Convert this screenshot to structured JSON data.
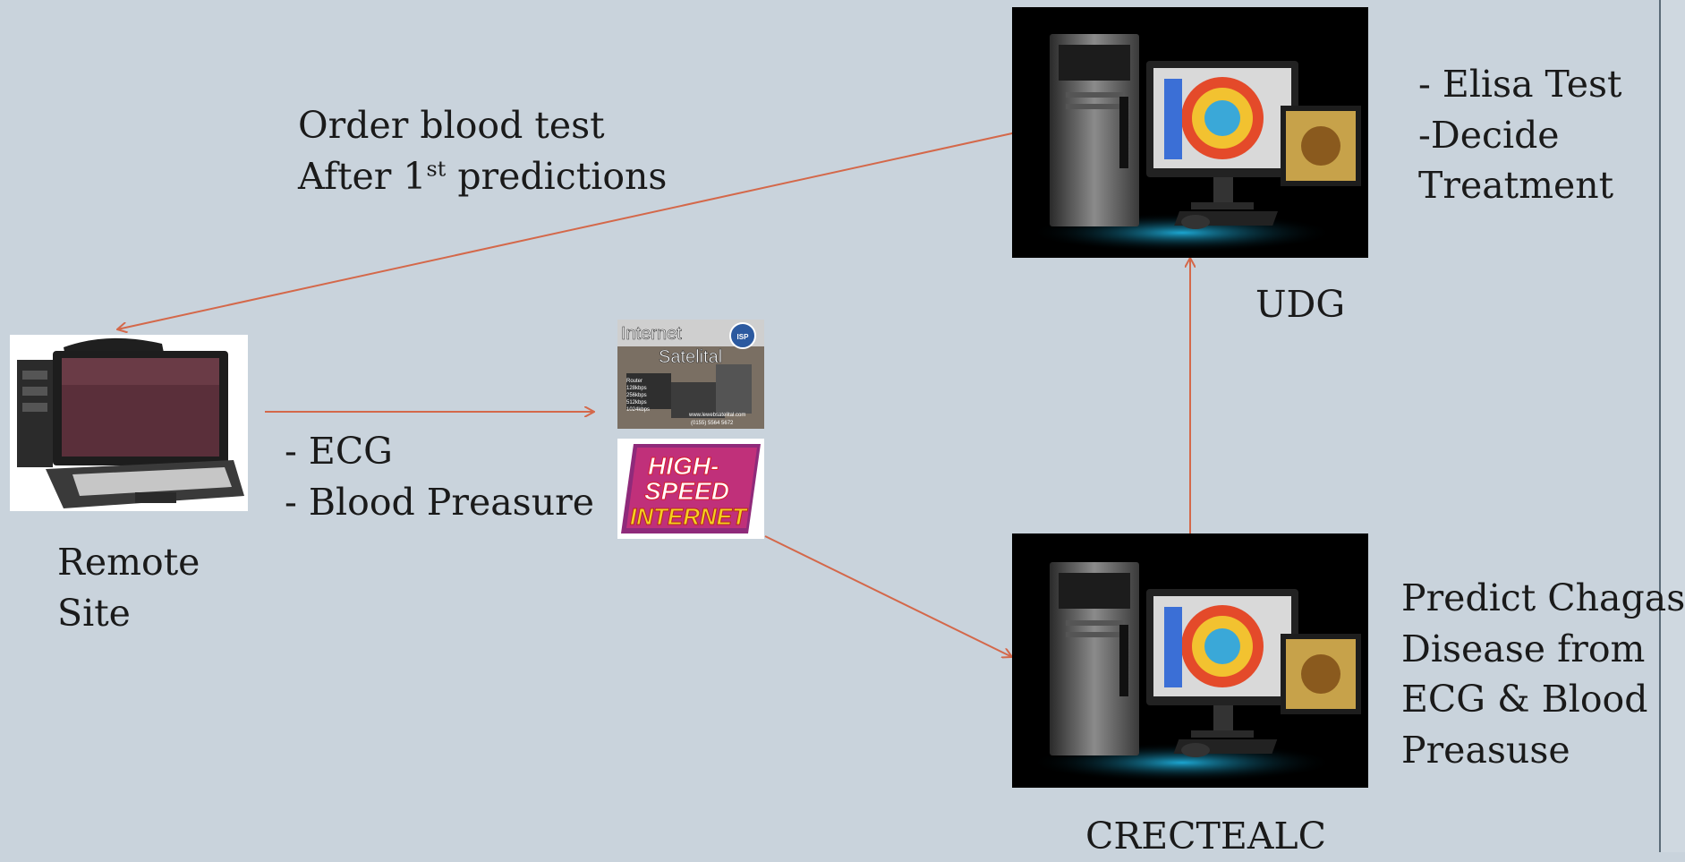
{
  "labels": {
    "order_line1": "Order blood test",
    "order_line2_pre": "After 1",
    "order_sup": "st",
    "order_line2_post": " predictions",
    "udg_tasks": [
      "- Elisa Test",
      "-Decide",
      "Treatment"
    ],
    "udg": "UDG",
    "remote_line1": "Remote",
    "remote_line2": "Site",
    "ecg": "- ECG",
    "bp": "- Blood Preasure",
    "predict": [
      "Predict Chagas",
      "Disease from",
      "ECG & Blood",
      "Preasuse"
    ],
    "crectealc": "CRECTEALC"
  },
  "satellite_image": {
    "line1": "Internet",
    "line2": "Satelital",
    "badge": "ISP",
    "small": [
      "Router",
      "128kbps",
      "256kbps",
      "512kbps",
      "1024kbps"
    ],
    "footer": "www.lewebsatelital.com",
    "phone": "(0155) 5564 5672"
  },
  "highspeed_image": {
    "line1": "HIGH-",
    "line2": "SPEED",
    "line3": "INTERNET"
  },
  "colors": {
    "background": "#c9d3dc",
    "arrow": "#d4684a",
    "text": "#1a1a1a"
  }
}
